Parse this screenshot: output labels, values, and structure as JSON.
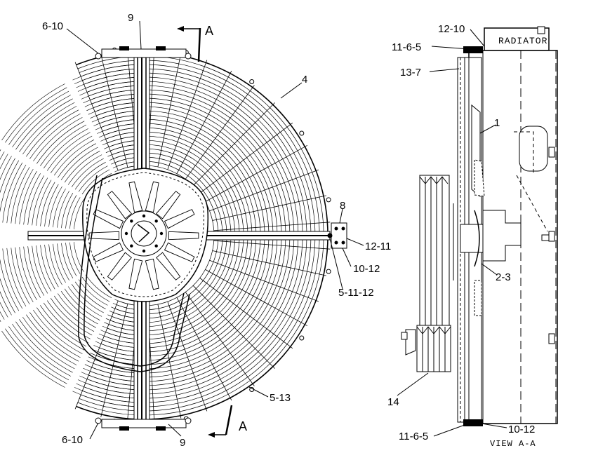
{
  "callouts": {
    "c_6_10_top": "6-10",
    "c_9_top": "9",
    "c_a_top": "A",
    "c_4": "4",
    "c_8": "8",
    "c_12_11": "12-11",
    "c_10_12_mid": "10-12",
    "c_5_11_12": "5-11-12",
    "c_5_13": "5-13",
    "c_a_bottom": "A",
    "c_6_10_bottom": "6-10",
    "c_9_bottom": "9",
    "c_12_10": "12-10",
    "c_11_6_5_top": "11-6-5",
    "c_13_7": "13-7",
    "c_1": "1",
    "c_2_3": "2-3",
    "c_14": "14",
    "c_11_6_5_bottom": "11-6-5",
    "c_10_12_bottom": "10-12"
  },
  "labels": {
    "radiator": "RADIATOR",
    "view": "VIEW A-A"
  }
}
